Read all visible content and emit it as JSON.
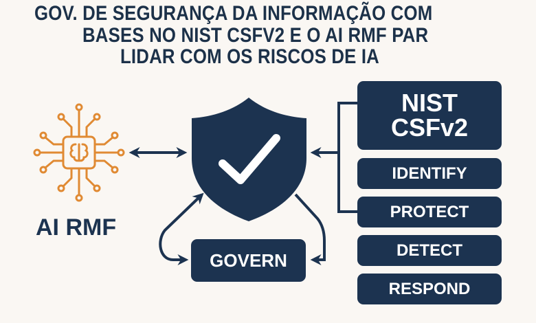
{
  "title": {
    "line1": "GOV. DE SEGURANÇA DA INFORMAÇÃO COM",
    "line2": "BASES NO NIST CSFV2 E O AI RMF PAR",
    "line3": "LIDAR COM OS RISCOS DE IA"
  },
  "ai_rmf": {
    "label": "AI RMF",
    "icon": "ai-chip-brain-icon"
  },
  "center": {
    "icon": "shield-check-icon",
    "govern_label": "GOVERN"
  },
  "nist": {
    "title_line1": "NIST",
    "title_line2": "CSFv2",
    "functions": [
      "IDENTIFY",
      "PROTECT",
      "DETECT",
      "RESPOND"
    ]
  },
  "colors": {
    "navy": "#1c3350",
    "orange": "#e08a33",
    "background": "#faf7f3"
  }
}
